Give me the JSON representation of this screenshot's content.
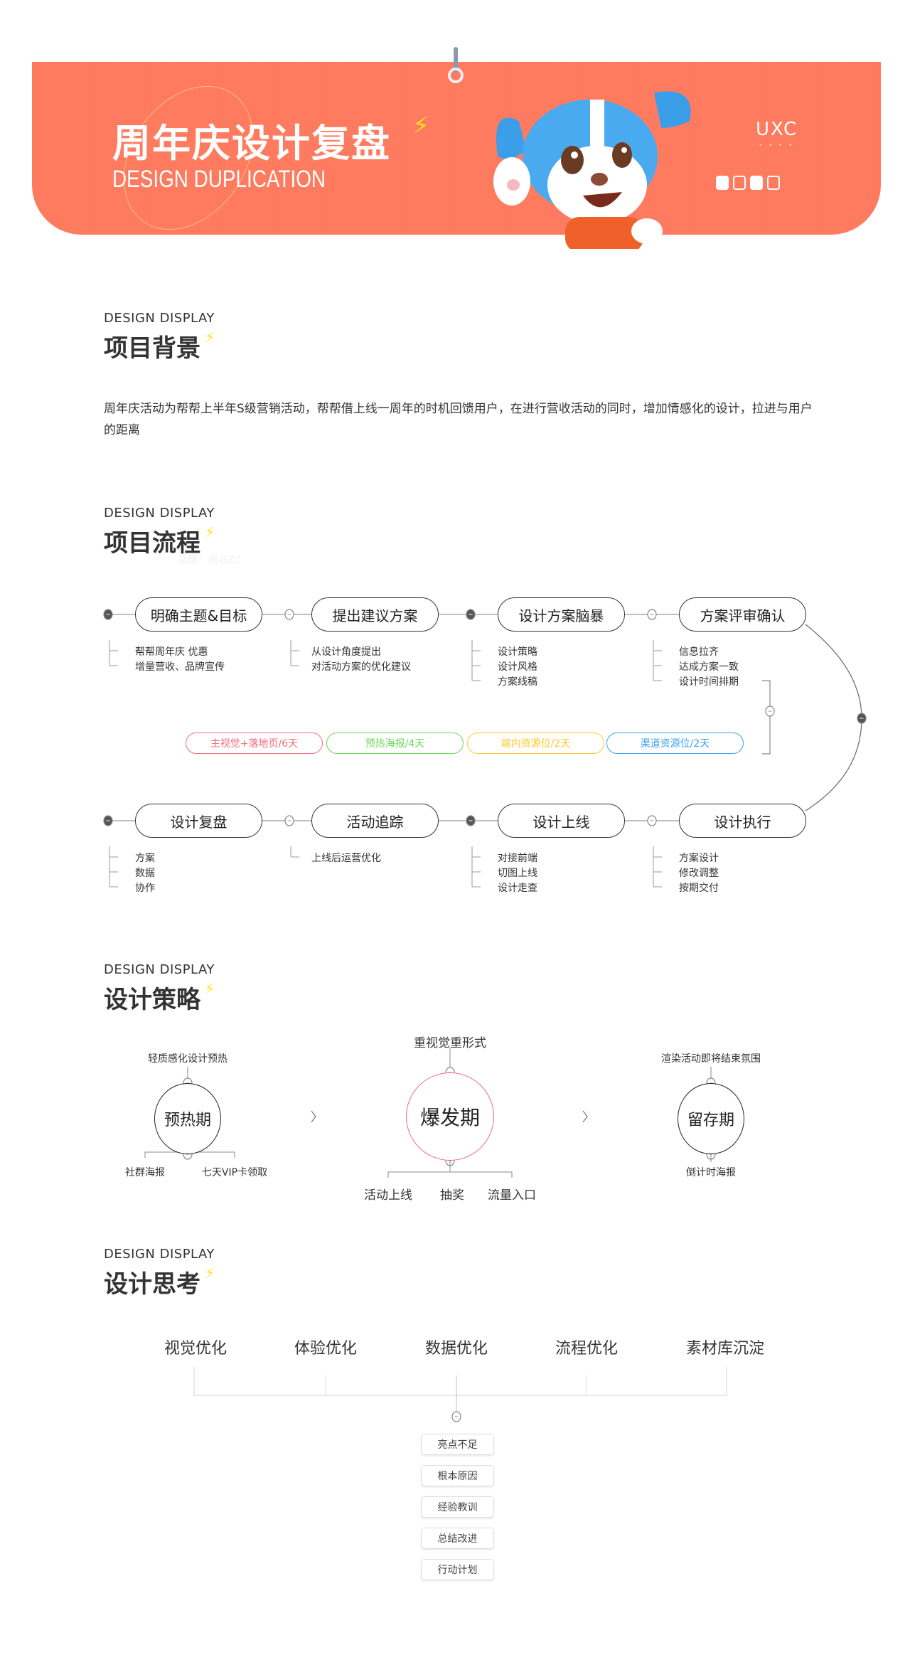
{
  "banner": {
    "title": "周年庆设计复盘",
    "subtitle": "DESIGN DUPLICATION",
    "logo": "UXC",
    "background_color": "#FF7C60",
    "accent": "#FFE21A"
  },
  "sections": [
    {
      "eyebrow": "DESIGN DISPLAY",
      "title": "项目背景"
    },
    {
      "eyebrow": "DESIGN DISPLAY",
      "title": "项目流程"
    },
    {
      "eyebrow": "DESIGN DISPLAY",
      "title": "设计策略"
    },
    {
      "eyebrow": "DESIGN DISPLAY",
      "title": "设计思考"
    }
  ],
  "background": {
    "text": "周年庆活动为帮帮上半年S级营销活动，帮帮借上线一周年的时机回馈用户，在进行营收活动的同时，增加情感化的设计，拉进与用户的距离"
  },
  "watermark": "站酷：泡泡ZZ",
  "flow": {
    "row1": [
      {
        "label": "明确主题&目标",
        "items": [
          "帮帮周年庆 优惠",
          "增量营收、品牌宣传"
        ]
      },
      {
        "label": "提出建议方案",
        "items": [
          "从设计角度提出",
          "对活动方案的优化建议"
        ]
      },
      {
        "label": "设计方案脑暴",
        "items": [
          "设计策略",
          "设计风格",
          "方案线稿"
        ]
      },
      {
        "label": "方案评审确认",
        "items": [
          "信息拉齐",
          "达成方案一致",
          "设计时间排期"
        ]
      }
    ],
    "row2": [
      {
        "label": "设计复盘",
        "items": [
          "方案",
          "数据",
          "协作"
        ]
      },
      {
        "label": "活动追踪",
        "items": [
          "上线后运营优化"
        ]
      },
      {
        "label": "设计上线",
        "items": [
          "对接前端",
          "切图上线",
          "设计走查"
        ]
      },
      {
        "label": "设计执行",
        "items": [
          "方案设计",
          "修改调整",
          "按期交付"
        ]
      }
    ],
    "chips": [
      {
        "label": "主视觉+落地页/6天",
        "color": "#F56C7A"
      },
      {
        "label": "预热海报/4天",
        "color": "#6ED85A"
      },
      {
        "label": "端内资源位/2天",
        "color": "#FFC928"
      },
      {
        "label": "渠道资源位/2天",
        "color": "#3CA2F5"
      }
    ]
  },
  "strategy": {
    "stages": [
      {
        "label": "预热期",
        "top": "轻质感化设计预热",
        "bottom": [
          "社群海报",
          "七天VIP卡领取"
        ]
      },
      {
        "label": "爆发期",
        "top": "重视觉重形式",
        "bottom": [
          "活动上线",
          "抽奖",
          "流量入口"
        ],
        "color": "#F56C7A"
      },
      {
        "label": "留存期",
        "top": "渲染活动即将结束氛围",
        "bottom": [
          "倒计时海报"
        ]
      }
    ]
  },
  "thinking": {
    "categories": [
      "视觉优化",
      "体验优化",
      "数据优化",
      "流程优化",
      "素材库沉淀"
    ],
    "items": [
      "亮点不足",
      "根本原因",
      "经验教训",
      "总结改进",
      "行动计划"
    ]
  }
}
